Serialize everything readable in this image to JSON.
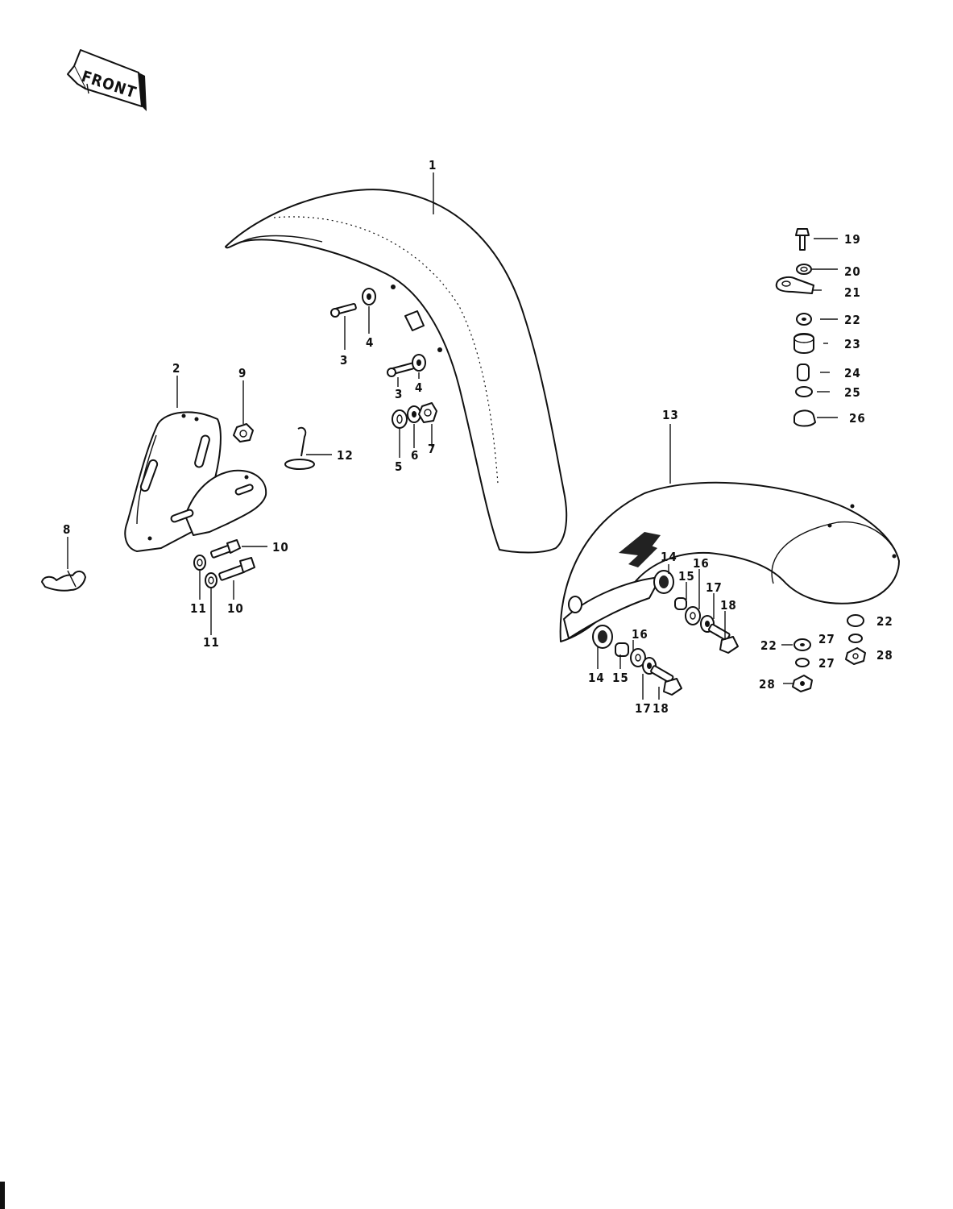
{
  "front_badge": {
    "text": "FRONT"
  },
  "callouts": [
    "1",
    "2",
    "3",
    "3",
    "4",
    "4",
    "5",
    "6",
    "7",
    "8",
    "9",
    "10",
    "10",
    "11",
    "11",
    "12",
    "13",
    "14",
    "14",
    "15",
    "15",
    "16",
    "16",
    "17",
    "17",
    "18",
    "18",
    "19",
    "20",
    "21",
    "22",
    "22",
    "22",
    "23",
    "24",
    "25",
    "26",
    "27",
    "27",
    "28",
    "28"
  ]
}
